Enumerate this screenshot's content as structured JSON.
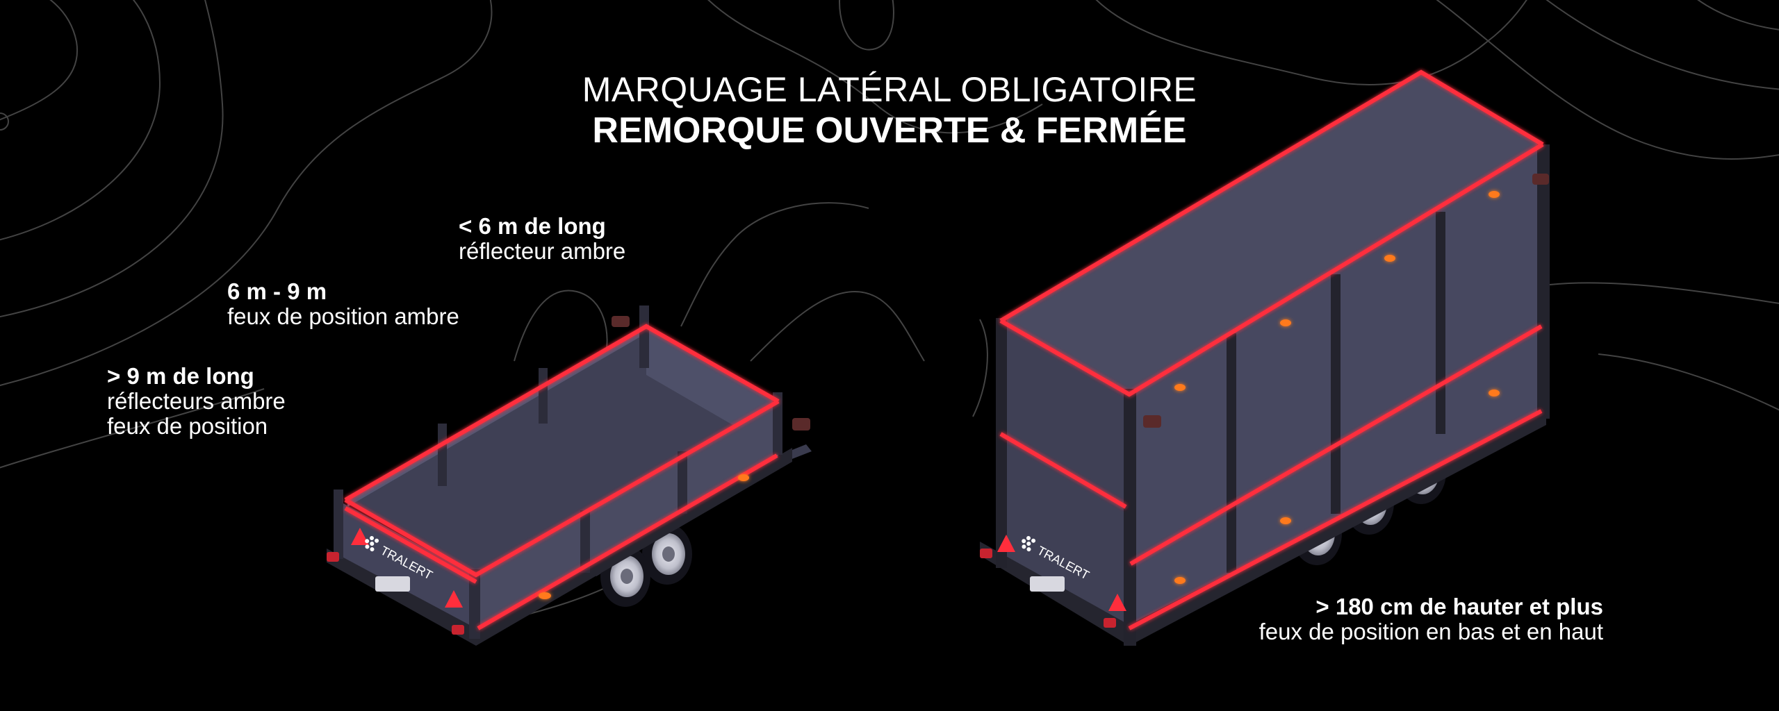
{
  "title": {
    "line1": "MARQUAGE LATÉRAL OBLIGATOIRE",
    "line2": "REMORQUE OUVERTE & FERMÉE"
  },
  "labels": {
    "under_6m": {
      "heading": "< 6 m de long",
      "lines": [
        "réflecteur ambre"
      ]
    },
    "from_6_to_9m": {
      "heading": "6 m - 9 m",
      "lines": [
        "feux de position ambre"
      ]
    },
    "over_9m": {
      "heading": "> 9 m de long",
      "lines": [
        "réflecteurs ambre",
        "feux de position"
      ]
    },
    "over_180cm": {
      "heading": "> 180 cm de hauter et plus",
      "lines": [
        "feux de position en bas et en haut"
      ]
    }
  },
  "brand": {
    "logo_text": "TRALERT"
  },
  "colors": {
    "background": "#000000",
    "body": "#4a4b62",
    "body_dark": "#2c2c3a",
    "reflective_tape": "#ff2e3c",
    "amber_light": "#ff7a1a",
    "contour_lines": "#5a5a5a"
  }
}
